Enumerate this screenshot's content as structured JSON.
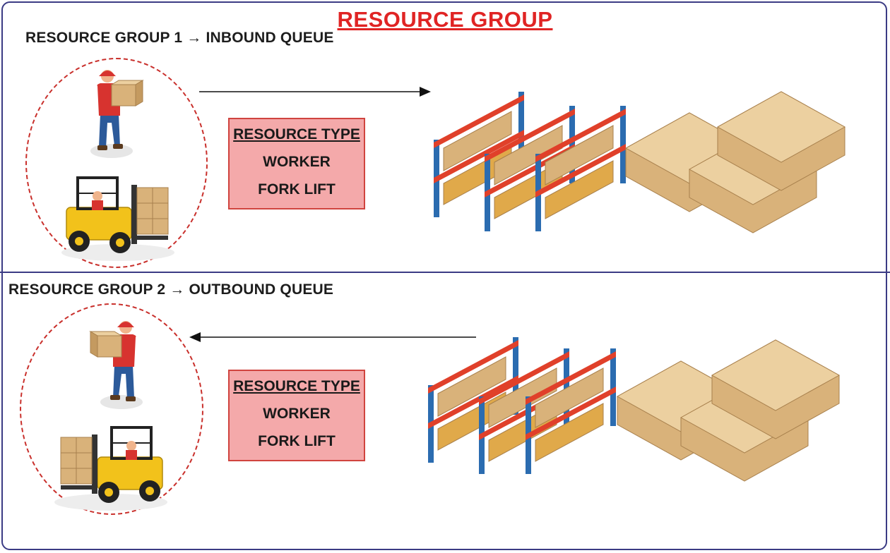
{
  "title": "RESOURCE GROUP",
  "groups": [
    {
      "label": "RESOURCE GROUP 1 → INBOUND QUEUE",
      "type_header": "RESOURCE TYPE",
      "types": [
        "WORKER",
        "FORK LIFT"
      ],
      "flow": "right"
    },
    {
      "label": "RESOURCE GROUP 2 → OUTBOUND QUEUE",
      "type_header": "RESOURCE TYPE",
      "types": [
        "WORKER",
        "FORK LIFT"
      ],
      "flow": "left"
    }
  ],
  "colors": {
    "title": "#e02424",
    "border": "#3b3b84",
    "box_fill": "#f4a9aa",
    "box_border": "#d0443f",
    "ellipse": "#c9302c",
    "rack_beam": "#e0402a",
    "rack_post": "#2b6cb0",
    "carton": "#d9b27a",
    "pallet": "#e0a94a",
    "forklift": "#f2c21b"
  }
}
